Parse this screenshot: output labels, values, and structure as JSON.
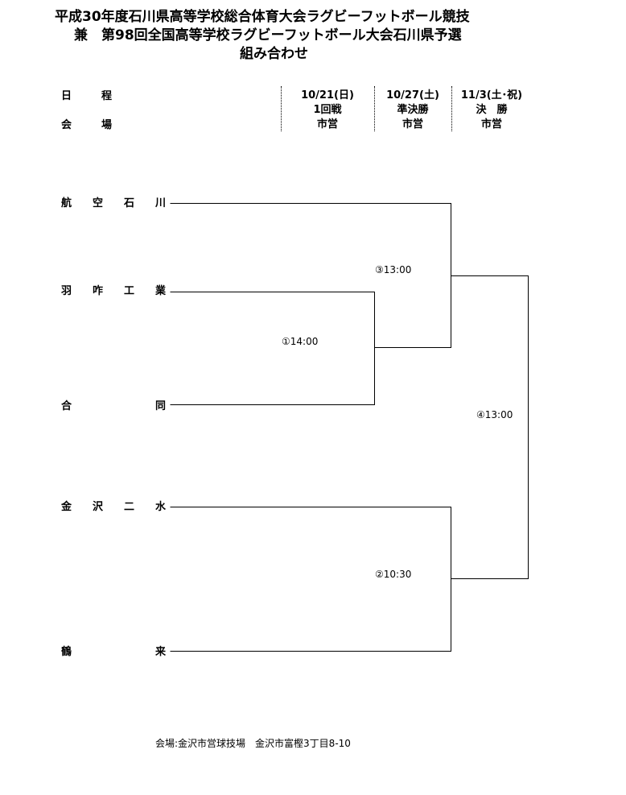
{
  "title": {
    "line1": "平成30年度石川県高等学校総合体育大会ラグビーフットボール競技",
    "line2": "兼　第98回全国高等学校ラグビーフットボール大会石川県予選",
    "line3": "組み合わせ"
  },
  "schedule": {
    "date_label": [
      "日",
      "程"
    ],
    "venue_label": [
      "会",
      "場"
    ],
    "columns": [
      {
        "date": "10/21(日)",
        "round": "1回戦",
        "venue": "市営"
      },
      {
        "date": "10/27(土)",
        "round": "準決勝",
        "venue": "市営"
      },
      {
        "date": "11/3(土･祝)",
        "round": "決　勝",
        "venue": "市営"
      }
    ]
  },
  "teams": [
    {
      "chars": [
        "航",
        "空",
        "石",
        "川"
      ]
    },
    {
      "chars": [
        "羽",
        "咋",
        "工",
        "業"
      ]
    },
    {
      "chars": [
        "合",
        "",
        "",
        "同"
      ]
    },
    {
      "chars": [
        "金",
        "沢",
        "二",
        "水"
      ]
    },
    {
      "chars": [
        "鶴",
        "",
        "",
        "来"
      ]
    }
  ],
  "matches": {
    "m1": "①14:00",
    "m2": "②10:30",
    "m3": "③13:00",
    "m4": "④13:00"
  },
  "footer": "会場:金沢市営球技場　金沢市富樫3丁目8-10"
}
